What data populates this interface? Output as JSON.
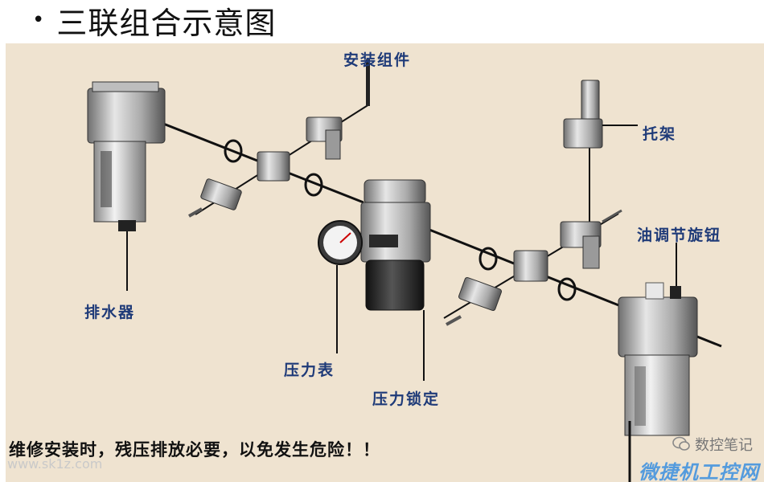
{
  "slide": {
    "bullet": "•",
    "title": "三联组合示意图"
  },
  "labels": {
    "mounting_kit": "安装组件",
    "bracket": "托架",
    "oil_knob": "油调节旋钮",
    "drain": "排水器",
    "gauge": "压力表",
    "pressure_lock": "压力锁定"
  },
  "warning": "维修安装时，残压排放必要，以免发生危险！！",
  "watermark": {
    "site": "www.sk1z.com",
    "wechat": "数控笔记",
    "brand": "微捷机工控网"
  },
  "colors": {
    "background": "#efe3d0",
    "label": "#1e3a78"
  }
}
